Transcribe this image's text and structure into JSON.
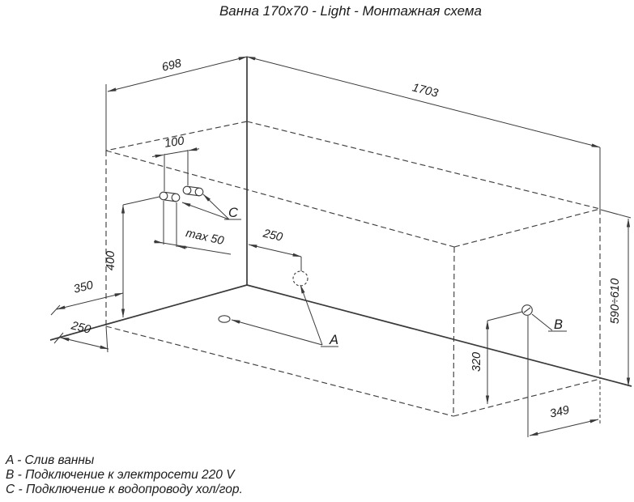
{
  "title": "Ванна 170x70 - Light - Монтажная схема",
  "colors": {
    "line": "#3a3a3a",
    "text": "#1b1b1b",
    "background": "#ffffff"
  },
  "dimensions": {
    "tub_width": "698",
    "tub_length": "1703",
    "pipe_spacing": "100",
    "pipe_protrusion_max": "max 50",
    "pipes_height": "400",
    "pipes_corner_offset": "350",
    "drain_floor_offset": "250",
    "drain_wall_offset": "250",
    "socket_height": "320",
    "socket_side_offset": "349",
    "rim_height_range": "590÷610"
  },
  "points": {
    "drain": "A",
    "power": "B",
    "water": "C"
  },
  "legend": {
    "items": [
      "A - Слив ванны",
      "B - Подключение к электросети 220 V",
      "C - Подключение к водопроводу хол/гор."
    ]
  }
}
